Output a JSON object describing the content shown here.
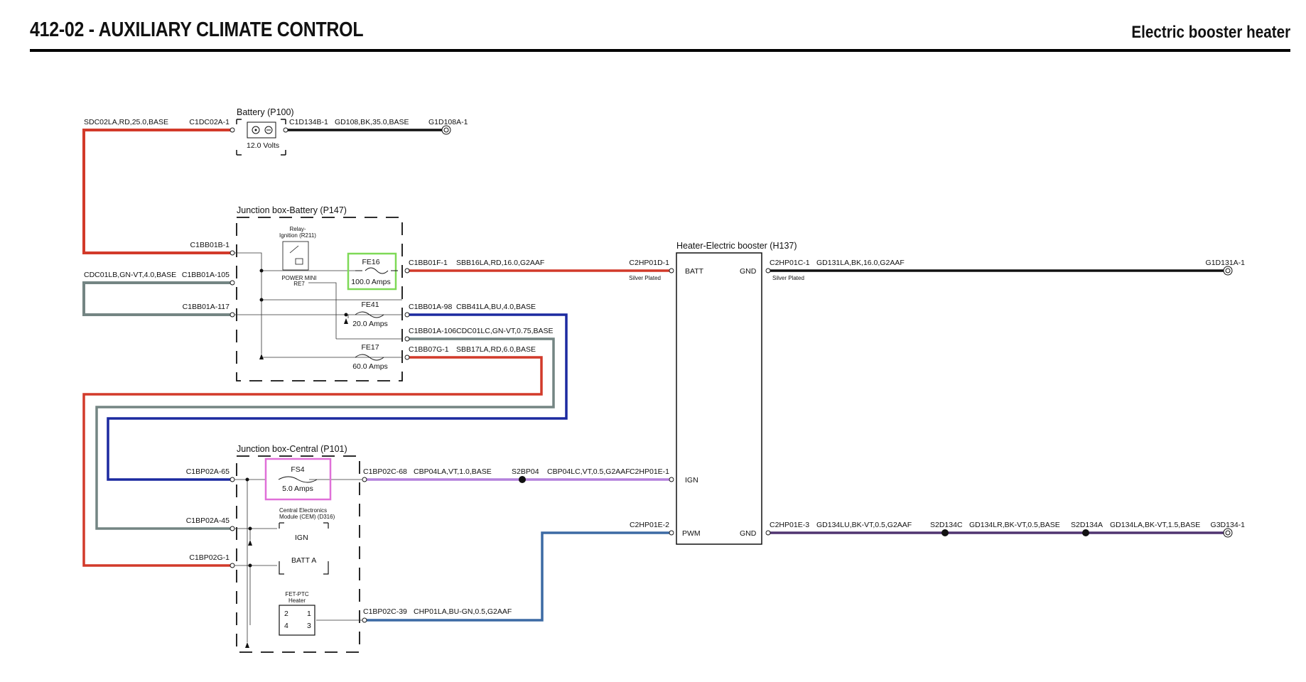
{
  "header": {
    "title": "412-02 - AUXILIARY CLIMATE CONTROL",
    "subtitle": "Electric booster heater"
  },
  "colors": {
    "red": "#d23a2a",
    "black": "#111111",
    "grey_green": "#748583",
    "dark_blue": "#1c2aa0",
    "violet": "#b482dc",
    "steel_blue": "#3c6aa4",
    "dark_purple": "#503470",
    "fuse_highlight_green": "#7ed957",
    "fuse_highlight_magenta": "#e070d8"
  },
  "components": {
    "battery": {
      "title": "Battery (P100)",
      "rating": "12.0 Volts"
    },
    "jb_battery": {
      "title": "Junction box-Battery (P147)",
      "relay_label": "Relay-\nIgnition (R211)",
      "relay_type": "POWER MINI\nRE7"
    },
    "jb_central": {
      "title": "Junction box-Central (P101)",
      "cem_label": "Central Electronics\nModule (CEM) (D316)",
      "cem_ign": "IGN",
      "cem_batt": "BATT A",
      "fet_label": "FET-PTC\nHeater",
      "fet_pins": [
        "2",
        "1",
        "4",
        "3"
      ]
    },
    "heater": {
      "title": "Heater-Electric booster (H137)",
      "pins": [
        "BATT",
        "GND",
        "IGN",
        "PWM",
        "GND"
      ]
    },
    "fuses": [
      {
        "name": "FE16",
        "rating": "100.0 Amps"
      },
      {
        "name": "FE41",
        "rating": "20.0 Amps"
      },
      {
        "name": "FE17",
        "rating": "60.0 Amps"
      },
      {
        "name": "FS4",
        "rating": "5.0 Amps"
      }
    ]
  },
  "connectors": [
    "C1DC02A-1",
    "C1D134B-1",
    "G1D108A-1",
    "C1BB01B-1",
    "C1BB01A-105",
    "C1BB01A-117",
    "C1BB01F-1",
    "C1BB01A-98",
    "C1BB01A-106",
    "C1BB07G-1",
    "C2HP01D-1",
    "C2HP01C-1",
    "G1D131A-1",
    "C1BP02A-65",
    "C1BP02A-45",
    "C1BP02G-1",
    "C1BP02C-68",
    "S2BP04",
    "C2HP01E-1",
    "C2HP01E-2",
    "C2HP01E-3",
    "S2D134C",
    "S2D134A",
    "G3D134-1",
    "C1BP02C-39"
  ],
  "wires": [
    "SDC02LA,RD,25.0,BASE",
    "GD108,BK,35.0,BASE",
    "CDC01LB,GN-VT,4.0,BASE",
    "SBB16LA,RD,16.0,G2AAF",
    "CBB41LA,BU,4.0,BASE",
    "CDC01LC,GN-VT,0.75,BASE",
    "SBB17LA,RD,6.0,BASE",
    "GD131LA,BK,16.0,G2AAF",
    "CBP04LA,VT,1.0,BASE",
    "CBP04LC,VT,0.5,G2AAF",
    "GD134LU,BK-VT,0.5,G2AAF",
    "GD134LR,BK-VT,0.5,BASE",
    "GD134LA,BK-VT,1.5,BASE",
    "CHP01LA,BU-GN,0.5,G2AAF"
  ],
  "notes": {
    "silver_plated": "Silver Plated"
  }
}
